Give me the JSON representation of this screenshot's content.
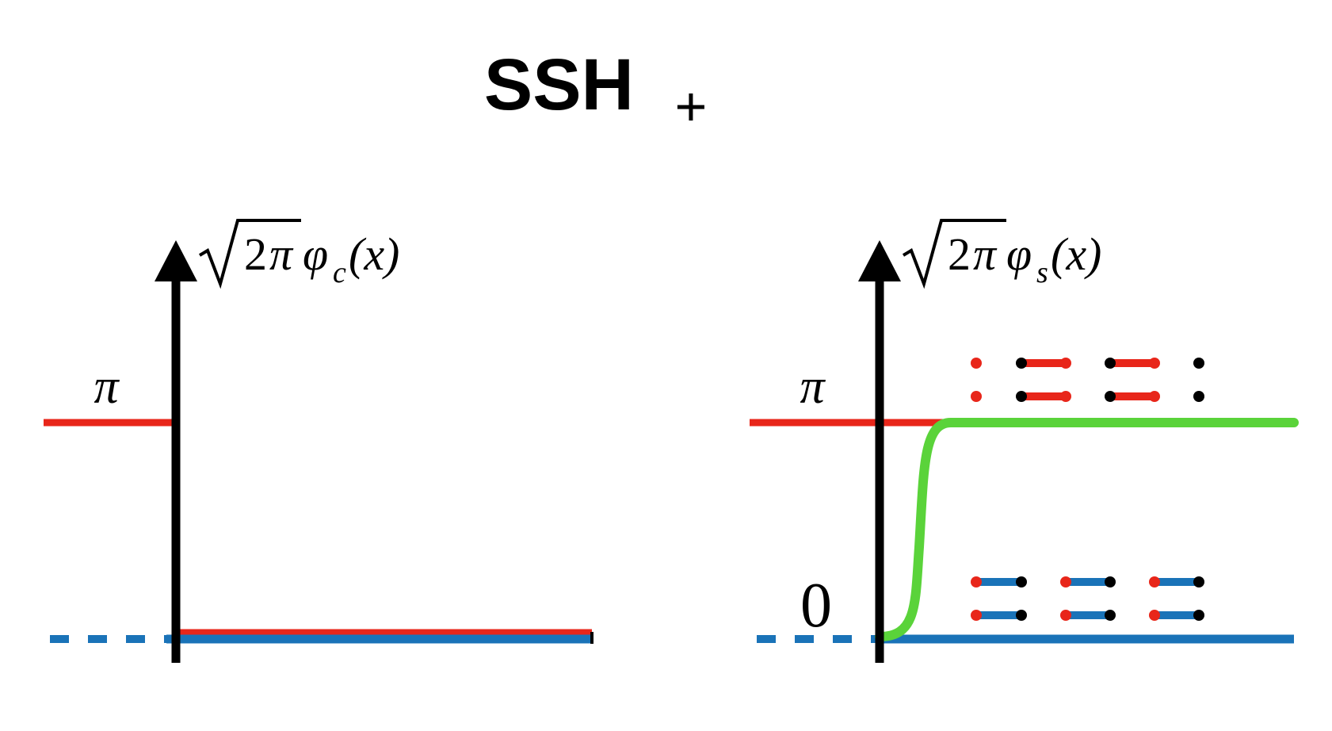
{
  "title": {
    "main": "SSH",
    "subscript": "+"
  },
  "colors": {
    "red": "#e8261a",
    "blue": "#1a73b8",
    "green": "#5ad33a",
    "black": "#000000"
  },
  "left_panel": {
    "axis_label": {
      "prefix": "2",
      "pi": "π",
      "phi": "φ",
      "sub": "c",
      "arg": "(x)"
    },
    "pi_label": "π"
  },
  "right_panel": {
    "axis_label": {
      "prefix": "2",
      "pi": "π",
      "phi": "φ",
      "sub": "s",
      "arg": "(x)"
    },
    "pi_label": "π",
    "zero_label": "0"
  }
}
